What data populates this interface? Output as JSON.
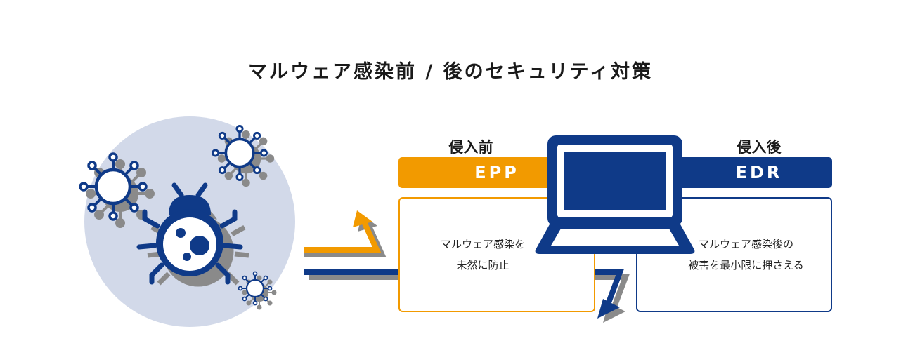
{
  "title": "マルウェア感染前 / 後のセキュリティ対策",
  "colors": {
    "orange": "#f29a00",
    "navy": "#0f3a88",
    "light_blue": "#d2d9e9",
    "gray": "#8a8a8a"
  },
  "before": {
    "phase_label": "侵入前",
    "banner": "EPP",
    "description": [
      "マルウェア感染を",
      "未然に防止"
    ]
  },
  "after": {
    "phase_label": "侵入後",
    "banner": "EDR",
    "description": [
      "マルウェア感染後の",
      "被害を最小限に押さえる"
    ]
  },
  "icons": [
    "malware-bug-icon",
    "virus-icon",
    "laptop-icon",
    "arrow-icon"
  ]
}
